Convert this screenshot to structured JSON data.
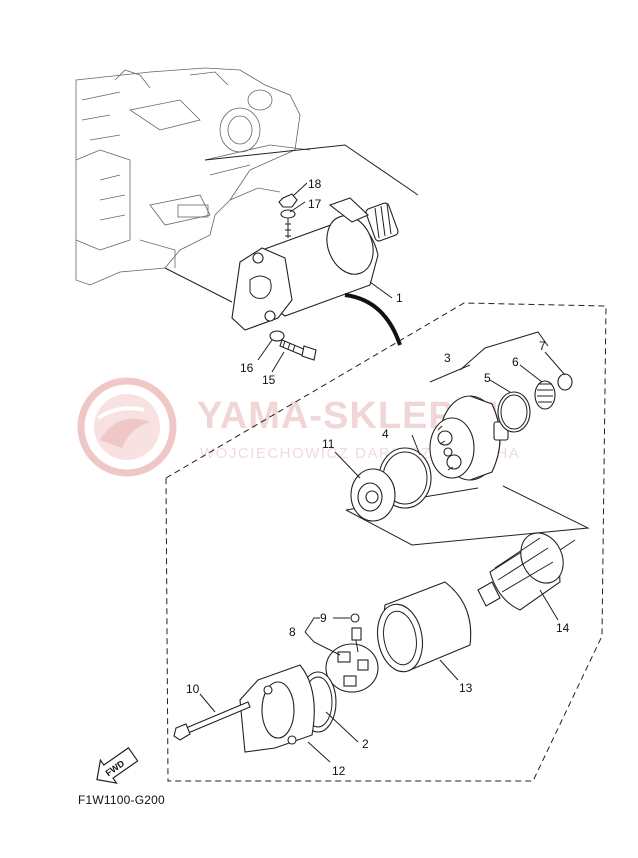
{
  "watermark": {
    "title": "YAMA-SKLEP.PL",
    "subtitle": "WOJCIECHOWICZ DARIUSZ - YAMAHA",
    "color": "#e8a8a8"
  },
  "diagram_code": "F1W1100-G200",
  "fwd_label": "FWD",
  "callouts": [
    "1",
    "2",
    "3",
    "4",
    "5",
    "6",
    "7",
    "8",
    "9",
    "10",
    "11",
    "12",
    "13",
    "14",
    "15",
    "16",
    "17",
    "18"
  ]
}
